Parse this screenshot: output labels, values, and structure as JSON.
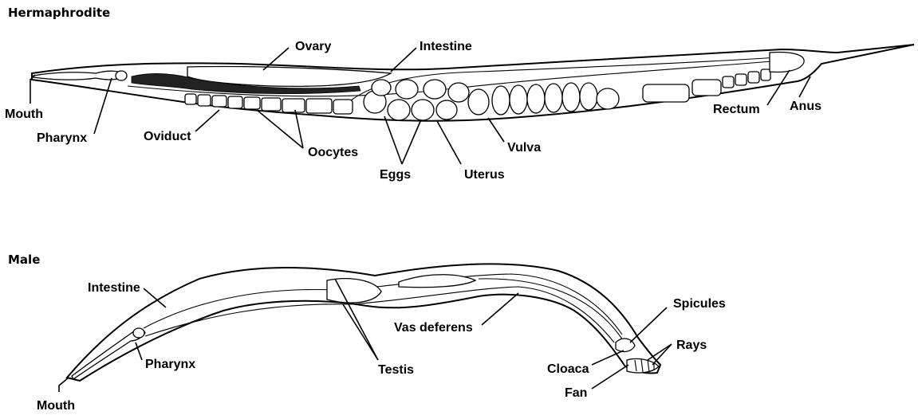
{
  "hermaphrodite": {
    "title": "Hermaphrodite",
    "labels": {
      "ovary": "Ovary",
      "intestine": "Intestine",
      "mouth": "Mouth",
      "pharynx": "Pharynx",
      "oviduct": "Oviduct",
      "oocytes": "Oocytes",
      "eggs": "Eggs",
      "uterus": "Uterus",
      "vulva": "Vulva",
      "rectum": "Rectum",
      "anus": "Anus"
    }
  },
  "male": {
    "title": "Male",
    "labels": {
      "intestine": "Intestine",
      "pharynx": "Pharynx",
      "mouth": "Mouth",
      "testis": "Testis",
      "vas_deferens": "Vas deferens",
      "spicules": "Spicules",
      "rays": "Rays",
      "cloaca": "Cloaca",
      "fan": "Fan"
    }
  }
}
